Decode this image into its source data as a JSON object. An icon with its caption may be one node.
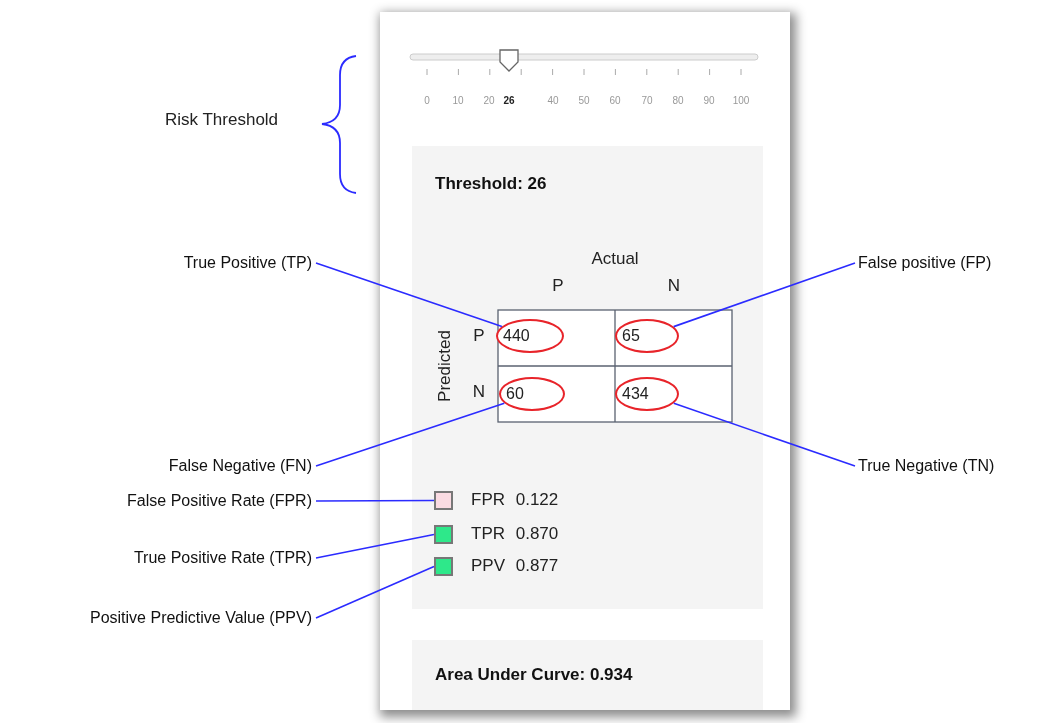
{
  "diagram": {
    "nodes": [
      {
        "text": [
          "True Positive (TP)"
        ]
      },
      {
        "text": [
          "False positive (FP)"
        ]
      },
      {
        "text": [
          "False Negative (FN)"
        ]
      },
      {
        "text": [
          "True Negative (TN)"
        ]
      },
      {
        "text": [
          "False Positive Rate (FPR)"
        ]
      },
      {
        "text": [
          "True Positive Rate (TPR)"
        ]
      },
      {
        "text": [
          "Positive Predictive Value (PPV)"
        ]
      },
      {
        "text": [
          "Threshold: 26"
        ]
      },
      {
        "text": [
          "440"
        ],
        "in": 7
      },
      {
        "text": [
          "65"
        ],
        "in": 7
      },
      {
        "text": [
          "60"
        ],
        "in": 7
      },
      {
        "text": [
          "434"
        ],
        "in": 7
      },
      {
        "text": [
          "Area Under Curve: 0.934"
        ]
      },
      {
        "text": [],
        "shape": "box",
        "in": 7
      },
      {
        "text": [],
        "shape": "box",
        "in": 7
      },
      {
        "text": [],
        "shape": "box",
        "in": 7
      }
    ],
    "edges": [
      {
        "from": 0,
        "to": 8,
        "arrow": "none"
      },
      {
        "from": 1,
        "to": 9,
        "arrow": "none"
      },
      {
        "from": 2,
        "to": 10,
        "arrow": "none"
      },
      {
        "from": 3,
        "to": 11,
        "arrow": "none"
      },
      {
        "from": 4,
        "to": 13,
        "arrow": "none"
      },
      {
        "from": 5,
        "to": 14,
        "arrow": "none"
      },
      {
        "from": 6,
        "to": 15,
        "arrow": "none"
      }
    ],
    "labels": [
      "Risk Threshold",
      "0",
      "10",
      "20",
      "26",
      "40",
      "50",
      "60",
      "70",
      "80",
      "90",
      "100",
      "Actual",
      "P",
      "N",
      "Predicted",
      "P",
      "N"
    ],
    "legend": [
      {
        "text": "FPR 0.122",
        "color": "#fadbe2"
      },
      {
        "text": "TPR 0.870",
        "color": "#2ee88a"
      },
      {
        "text": "PPV 0.877",
        "color": "#2ee88a"
      }
    ]
  }
}
